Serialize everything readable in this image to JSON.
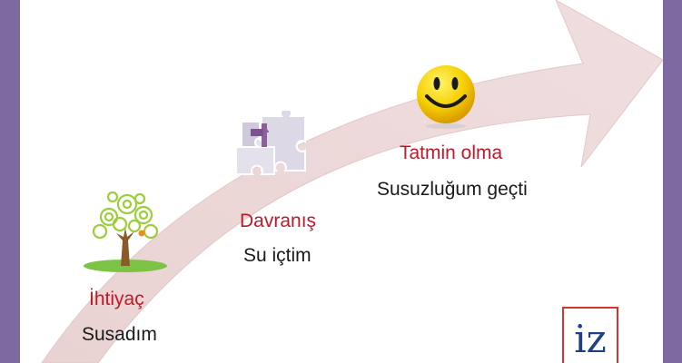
{
  "stages": [
    {
      "title": "İhtiyaç",
      "description": "Susadım",
      "icon": "tree-icon"
    },
    {
      "title": "Davranış",
      "description": "Su içtim",
      "icon": "puzzle-icon"
    },
    {
      "title": "Tatmin olma",
      "description": "Susuzluğum geçti",
      "icon": "smiley-icon"
    }
  ],
  "logo": {
    "text": "iz"
  },
  "colors": {
    "frame": "#7e6aa1",
    "arrow": "#edd9d9",
    "title": "#c0182a",
    "text": "#1a1a1a",
    "logo_border": "#d9342b",
    "logo_text": "#1f3f86"
  }
}
